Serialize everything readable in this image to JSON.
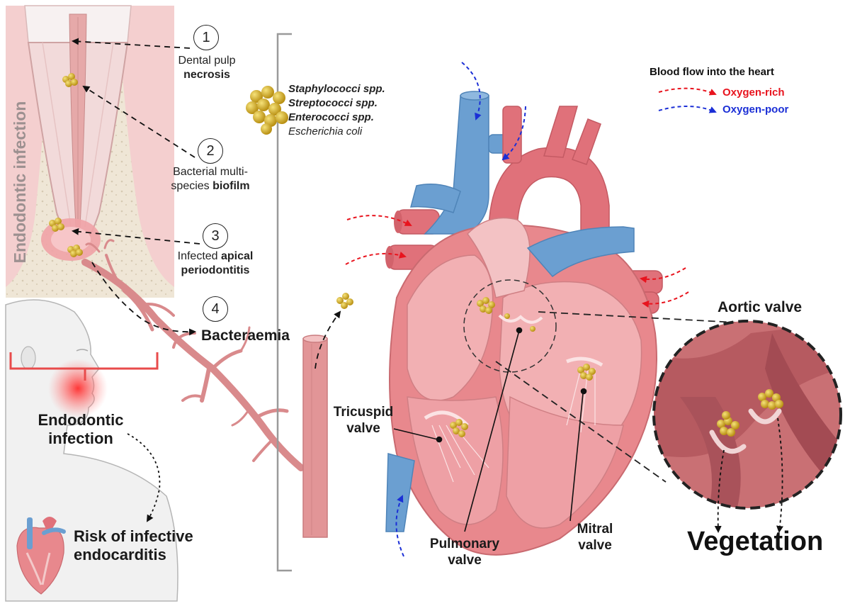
{
  "side_title": "Endodontic infection",
  "steps": [
    {
      "number": "1",
      "line1": "Dental pulp",
      "line2_pre": "",
      "line2_bold": "necrosis"
    },
    {
      "number": "2",
      "line1": "Bacterial multi-",
      "line2_pre": "species ",
      "line2_bold": "biofilm"
    },
    {
      "number": "3",
      "line1_pre": "Infected ",
      "line1_bold": "apical",
      "line2_bold": "periodontitis"
    },
    {
      "number": "4",
      "label": "Bacteraemia"
    }
  ],
  "bacteria": [
    {
      "name": "Staphylococci spp.",
      "bold": true
    },
    {
      "name": "Streptococci spp.",
      "bold": true
    },
    {
      "name": "Enterococci spp.",
      "bold": true
    },
    {
      "name": "Escherichia coli",
      "bold": false
    }
  ],
  "legend": {
    "title": "Blood flow into the heart",
    "oxygen_rich": "Oxygen-rich",
    "oxygen_poor": "Oxygen-poor",
    "rich_color": "#e8141e",
    "poor_color": "#1b2fd6"
  },
  "patient": {
    "infection_line1": "Endodontic",
    "infection_line2": "infection",
    "risk_line1": "Risk of infective",
    "risk_line2": "endocarditis"
  },
  "valves": {
    "tricuspid_line1": "Tricuspid",
    "tricuspid_line2": "valve",
    "pulmonary_line1": "Pulmonary",
    "pulmonary_line2": "valve",
    "mitral_line1": "Mitral",
    "mitral_line2": "valve",
    "aortic": "Aortic valve"
  },
  "vegetation": "Vegetation",
  "colors": {
    "artery_red": "#e0717a",
    "vein_blue": "#6b9fd1",
    "heart_pink": "#e8888d",
    "tissue_pink": "#f3c9c9",
    "bacteria_gold": "#d8b22c",
    "alert_red": "#e84b4b"
  }
}
